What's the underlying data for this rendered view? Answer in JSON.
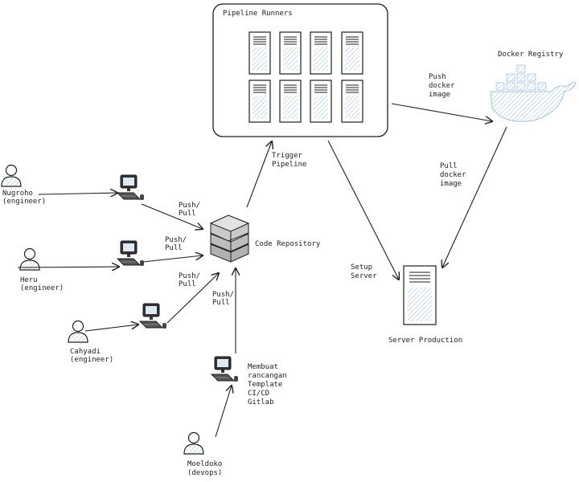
{
  "runners_box": {
    "title": "Pipeline Runners"
  },
  "registry": {
    "label": "Docker Registry"
  },
  "repository": {
    "label": "Code Repository"
  },
  "server": {
    "label": "Server Production"
  },
  "users": [
    {
      "line1": "Nugroho",
      "line2": "(engineer)"
    },
    {
      "line1": "Heru",
      "line2": "(engineer)"
    },
    {
      "line1": "Cahyadi",
      "line2": "(engineer)"
    },
    {
      "line1": "Moeldoko",
      "line2": "(devops)"
    }
  ],
  "edge_labels": {
    "push_pull_1": [
      "Push/",
      "Pull"
    ],
    "push_pull_2": [
      "Push/",
      "Pull"
    ],
    "push_pull_3": [
      "Push/",
      "Pull"
    ],
    "push_pull_4": [
      "Push/",
      "Pull"
    ],
    "trigger": [
      "Trigger",
      "Pipeline"
    ],
    "push_image": [
      "Push",
      "docker",
      "image"
    ],
    "pull_image": [
      "Pull",
      "docker",
      "image"
    ],
    "setup": [
      "Setup",
      "Server"
    ],
    "template": [
      "Membuat",
      "rancangan",
      "Template",
      "CI/CD",
      "Gitlab"
    ]
  }
}
